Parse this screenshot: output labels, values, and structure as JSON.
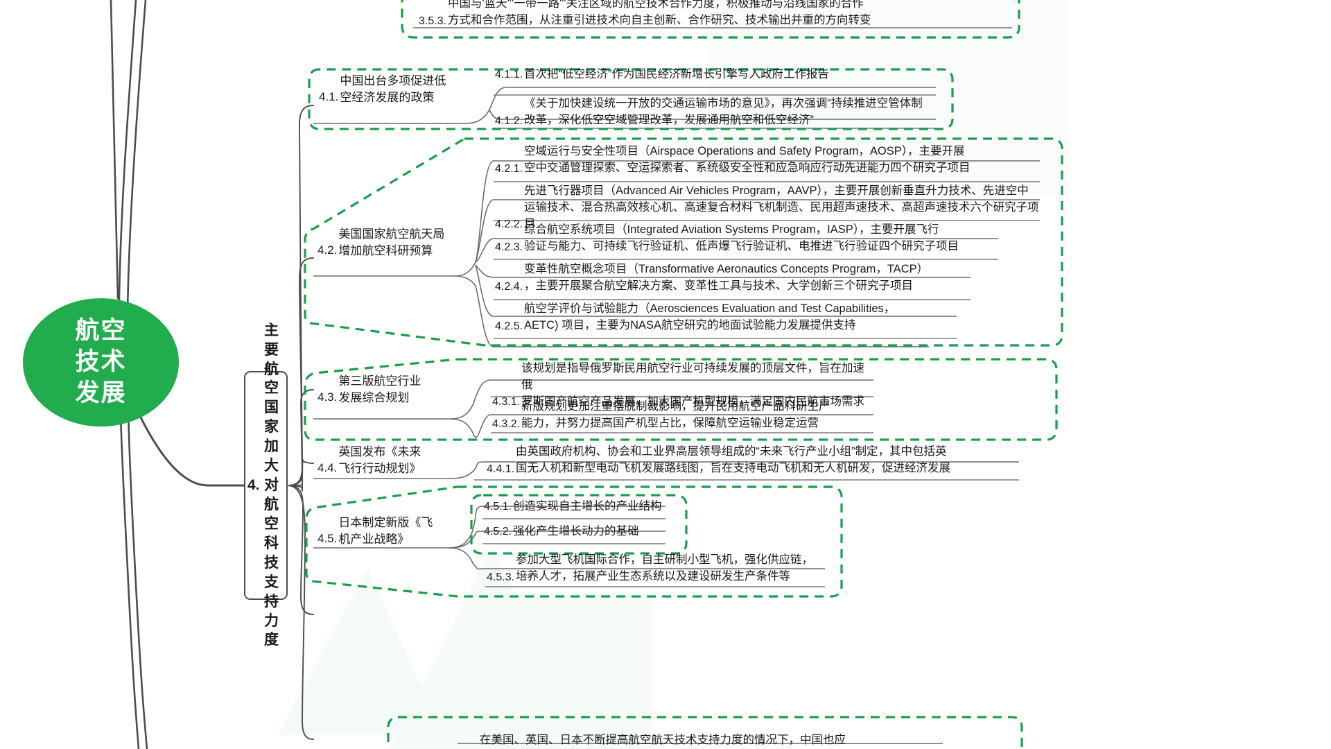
{
  "theme": {
    "root_fill": "#21ac4d",
    "root_text": "#ffffff",
    "line_color": "#4d4d4d",
    "dashed_color": "#16a04a",
    "text_color": "#1a1a1a"
  },
  "root": {
    "label": "航空\n技术\n发展"
  },
  "branch": {
    "number": "4.",
    "label": "主要航空国家加大对航空科技支持力度"
  },
  "clipped_top": {
    "number": "3.5.3.",
    "text": "中国与'蓝天'''一带一路'''关注区域的航空技术合作力度，积极推动与沿线国家的合作\n方式和合作范围，从注重引进技术向自主创新、合作研究、技术输出并重的方向转变"
  },
  "clipped_bottom": {
    "text": "在美国、英国、日本不断提高航空航天技术支持力度的情况下，中国也应"
  },
  "topics": [
    {
      "number": "4.1.",
      "title": "中国出台多项促进低\n空经济发展的政策",
      "leaves": [
        {
          "number": "4.1.1.",
          "text": "首次把“低空经济”作为国民经济新增长引擎写入政府工作报告"
        },
        {
          "number": "4.1.2.",
          "text": "《关于加快建设统一开放的交通运输市场的意见》，再次强调“持续推进空管体制\n改革，深化低空空域管理改革，发展通用航空和低空经济”"
        }
      ]
    },
    {
      "number": "4.2.",
      "title": "美国国家航空航天局\n增加航空科研预算",
      "leaves": [
        {
          "number": "4.2.1.",
          "text": "空域运行与安全性项目（Airspace Operations and Safety Program，AOSP），主要开展\n空中交通管理探索、空运探索者、系统级安全性和应急响应行动先进能力四个研究子项目"
        },
        {
          "number": "4.2.2.",
          "text": "先进飞行器项目（Advanced Air Vehicles Program，AAVP），主要开展创新垂直升力技术、先进空中\n运输技术、混合热高效核心机、高速复合材料飞机制造、民用超声速技术、高超声速技术六个研究子项目"
        },
        {
          "number": "4.2.3.",
          "text": "综合航空系统项目（Integrated Aviation Systems Program，IASP），主要开展飞行\n验证与能力、可持续飞行验证机、低声爆飞行验证机、电推进飞行验证四个研究子项目"
        },
        {
          "number": "4.2.4.",
          "text": "变革性航空概念项目（Transformative Aeronautics Concepts Program，TACP）\n，主要开展聚合航空解决方案、变革性工具与技术、大学创新三个研究子项目"
        },
        {
          "number": "4.2.5.",
          "text": "航空学评价与试验能力（Aerosciences Evaluation and Test Capabilities，\nAETC) 项目，主要为NASA航空研究的地面试验能力发展提供支持"
        }
      ]
    },
    {
      "number": "4.3.",
      "title": "第三版航空行业\n发展综合规划",
      "leaves": [
        {
          "number": "4.3.1.",
          "text": "该规划是指导俄罗斯民用航空行业可持续发展的顶层文件，旨在加速俄\n罗斯国产航空产品发展，加大国产机型规模，满足国内民航市场需求"
        },
        {
          "number": "4.3.2.",
          "text": "新版规划更加注重摆脱制裁影响，提升民用航空产品科研生产\n能力，并努力提高国产机型占比，保障航空运输业稳定运营"
        }
      ]
    },
    {
      "number": "4.4.",
      "title": "英国发布《未来\n飞行行动规划》",
      "leaves": [
        {
          "number": "4.4.1.",
          "text": "由英国政府机构、协会和工业界高层领导组成的“未来飞行产业小组”制定，其中包括英\n国无人机和新型电动飞机发展路线图，旨在支持电动飞机和无人机研发，促进经济发展"
        }
      ]
    },
    {
      "number": "4.5.",
      "title": "日本制定新版《飞\n机产业战略》",
      "leaves": [
        {
          "number": "4.5.1.",
          "text": "创造实现自主增长的产业结构",
          "single": true
        },
        {
          "number": "4.5.2.",
          "text": "强化产生增长动力的基础",
          "single": true
        },
        {
          "number": "4.5.3.",
          "text": "参加大型飞机国际合作，自主研制小型飞机，强化供应链，\n培养人才，拓展产业生态系统以及建设研发生产条件等"
        }
      ]
    }
  ]
}
